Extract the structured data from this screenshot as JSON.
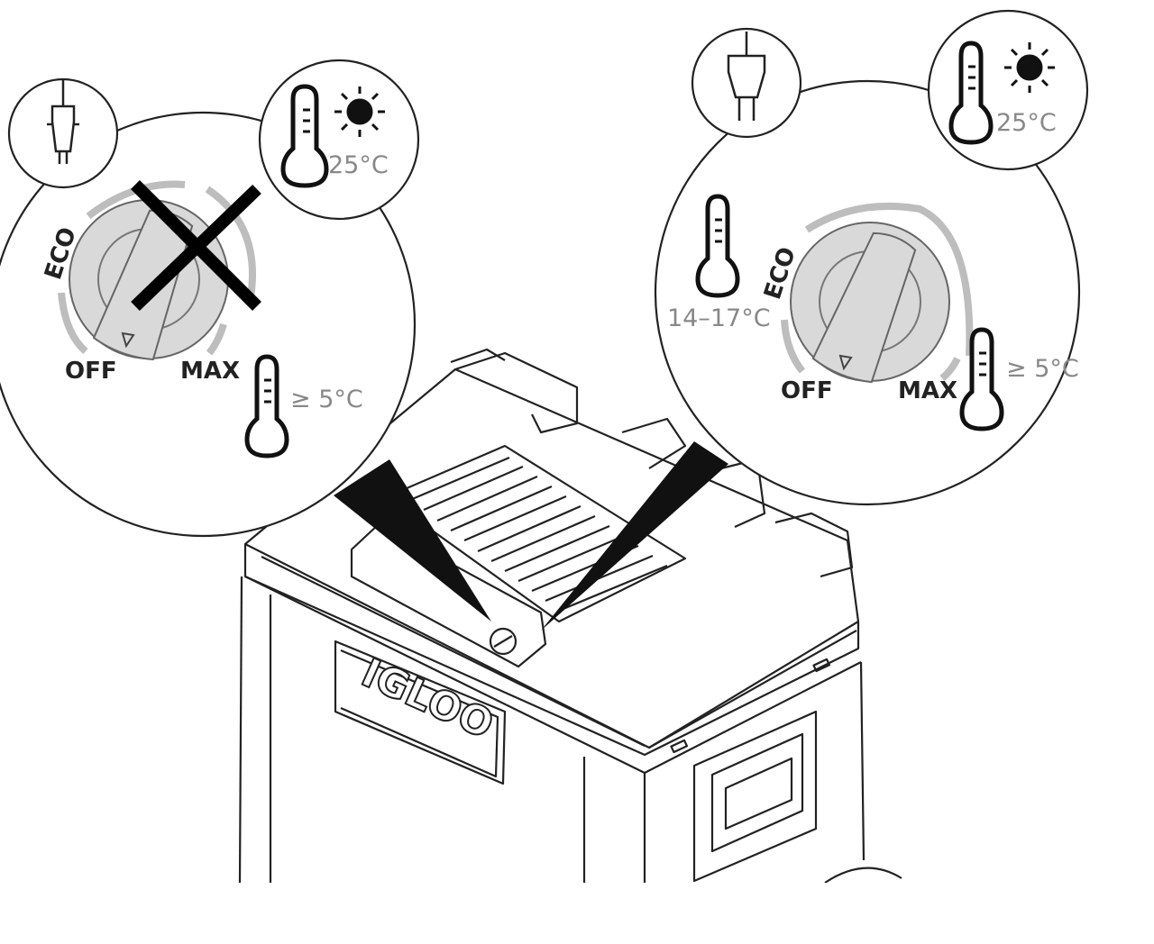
{
  "left_panel": {
    "power_source": "car-plug-icon",
    "ambient_temp": "25°C",
    "dial_labels": {
      "eco": "ECO",
      "off": "OFF",
      "max": "MAX"
    },
    "target_temp": "≥ 5°C",
    "status": "not-allowed"
  },
  "right_panel": {
    "power_source": "wall-plug-icon",
    "ambient_temp": "25°C",
    "eco_temp": "14–17°C",
    "dial_labels": {
      "eco": "ECO",
      "off": "OFF",
      "max": "MAX"
    },
    "target_temp": "≥ 5°C",
    "status": "allowed"
  },
  "cooler": {
    "brand": "IGLOO"
  },
  "colors": {
    "line": "#222222",
    "dial_fill": "#d9d9d9",
    "arc_gray": "#bdbdbd",
    "temp_text": "#888888",
    "cross": "#000000"
  }
}
